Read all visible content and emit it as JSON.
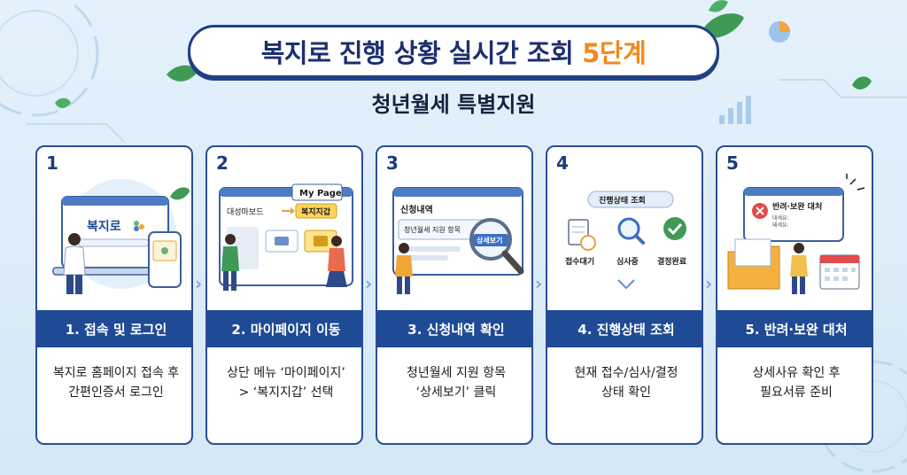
{
  "header": {
    "title_main": "복지로 진행 상황 실시간 조회",
    "title_accent": "5단계",
    "subtitle": "청년월세 특별지원"
  },
  "steps": [
    {
      "num": "1",
      "bar": "1. 접속 및 로그인",
      "desc": [
        "복지로 홈페이지 접속 후",
        "간편인증서 로그인"
      ],
      "illus": {
        "logo": "복지로"
      }
    },
    {
      "num": "2",
      "bar": "2. 마이페이지 이동",
      "desc": [
        "상단 메뉴 ‘마이페이지’",
        "> ‘복지지갑’ 선택"
      ],
      "illus": {
        "dashboard": "대성마보드",
        "mypage": "My Page",
        "wallet": "복지지갑"
      }
    },
    {
      "num": "3",
      "bar": "3. 신청내역 확인",
      "desc": [
        "청년월세 지원 항목",
        "‘상세보기’ 클릭"
      ],
      "illus": {
        "history": "신청내역",
        "item": "청년월세 지원 항목",
        "detail": "상세보기"
      }
    },
    {
      "num": "4",
      "bar": "4. 진행상태 조회",
      "desc": [
        "현재 접수/심사/결정",
        "상태 확인"
      ],
      "illus": {
        "status": "진행상태 조회",
        "s1": "접수대기",
        "s2": "심사중",
        "s3": "결정완료"
      }
    },
    {
      "num": "5",
      "bar": "5. 반려·보완 대처",
      "desc": [
        "상세사유 확인 후",
        "필요서류 준비"
      ],
      "illus": {
        "heading": "반려·보완 대처",
        "r1": "대세유:",
        "r2": "돼세유:"
      }
    }
  ],
  "colors": {
    "navy": "#1f4a95",
    "accent": "#f08a1c",
    "background": "#e4f1fb"
  }
}
